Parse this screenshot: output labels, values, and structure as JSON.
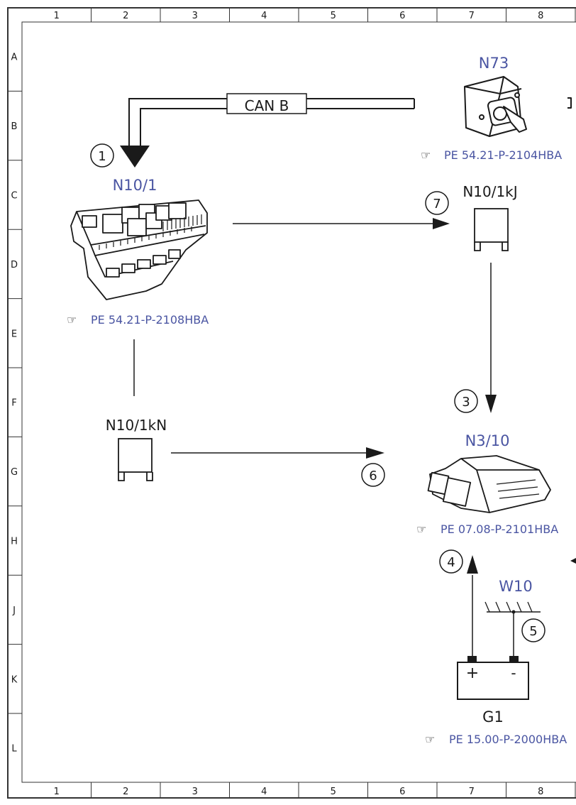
{
  "grid": {
    "columns": [
      "1",
      "2",
      "3",
      "4",
      "5",
      "6",
      "7",
      "8"
    ],
    "rows": [
      "A",
      "B",
      "C",
      "D",
      "E",
      "F",
      "G",
      "H",
      "J",
      "K",
      "L"
    ]
  },
  "bus": {
    "label": "CAN B"
  },
  "components": {
    "n73": {
      "code": "N73",
      "ref": "PE 54.21-P-2104HBA"
    },
    "n10_1": {
      "code": "N10/1",
      "ref": "PE 54.21-P-2108HBA"
    },
    "n10_1kj": {
      "code": "N10/1kJ"
    },
    "n10_1kn": {
      "code": "N10/1kN"
    },
    "n3_10": {
      "code": "N3/10",
      "ref": "PE 07.08-P-2101HBA"
    },
    "w10": {
      "code": "W10"
    },
    "g1": {
      "code": "G1",
      "ref": "PE 15.00-P-2000HBA",
      "plus": "+",
      "minus": "-"
    }
  },
  "callouts": [
    "1",
    "3",
    "4",
    "5",
    "6",
    "7"
  ],
  "colors": {
    "blue_label": "#4a55a2",
    "line": "#1a1a1a"
  },
  "icons": {
    "reference": "pointing-hand-icon"
  }
}
